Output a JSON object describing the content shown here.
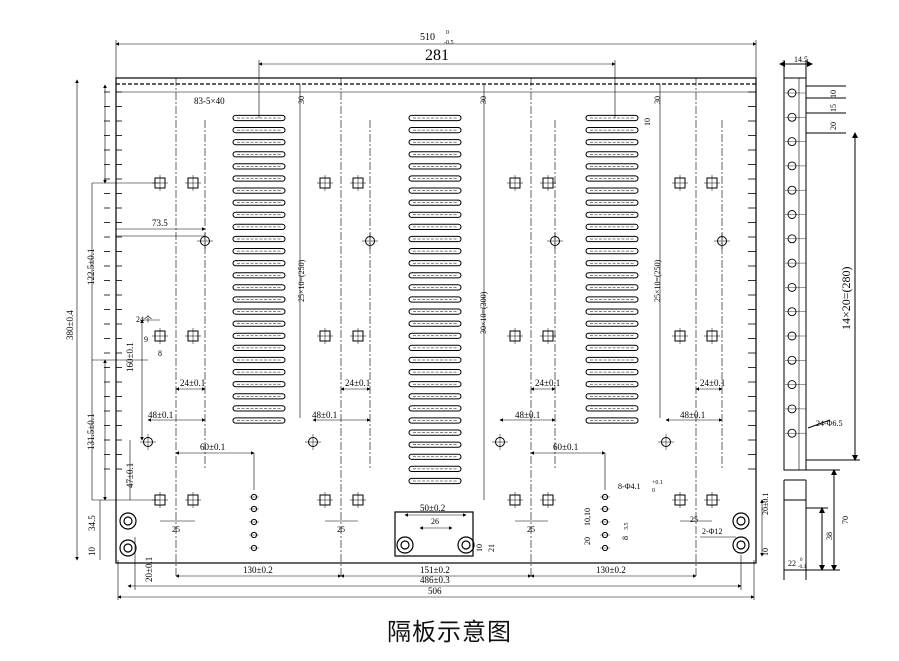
{
  "caption": "隔板示意图",
  "dimensions": {
    "overall_width": "510",
    "overall_width_tol_upper": "0",
    "overall_width_tol_lower": "-0.5",
    "slot_span": "281",
    "slot_label": "83-5×40",
    "height_total": "380±0.4",
    "dim_122": "122.5±0.1",
    "dim_131": "131.5±0.1",
    "dim_160": "160±0.1",
    "dim_47": "47±0.1",
    "dim_34": "34.5",
    "dim_10_left": "10",
    "dim_20_left": "20±0.1",
    "dim_73": "73.5",
    "dim_24n": "24个",
    "dim_9": "9",
    "dim_8": "8",
    "dim_24_a": "24±0.1",
    "dim_48_a": "48±0.1",
    "dim_24_b": "24±0.1",
    "dim_48_b": "48±0.1",
    "dim_24_c": "24±0.1",
    "dim_48_c": "48±0.1",
    "dim_24_d": "24±0.1",
    "dim_48_d": "48±0.1",
    "dim_60_a": "60±0.1",
    "dim_60_b": "60±0.1",
    "dim_30_a": "30",
    "dim_30_b": "30",
    "dim_30_c": "30",
    "dim_10_slot": "10",
    "pitch_left": "25×10=(250)",
    "pitch_mid": "30×10=(300)",
    "pitch_right": "25×10=(250)",
    "dim_25_a": "25",
    "dim_25_b": "25",
    "dim_25_c": "25",
    "dim_25_d": "25",
    "dim_50": "50±0.2",
    "dim_26": "26",
    "dim_10_mid": "10",
    "dim_21": "21",
    "hole_8": "8-Φ4.1",
    "hole_8_tol_upper": "+0.1",
    "hole_8_tol_lower": "0",
    "dim_10_10": "10,10",
    "dim_20_mid": "20",
    "dim_8_35": "8",
    "dim_35": "3.5",
    "hole_2": "2-Φ12",
    "dim_20_right": "20±0.1",
    "dim_10_right": "10",
    "dim_130_a": "130±0.2",
    "dim_151": "151±0.2",
    "dim_130_b": "130±0.2",
    "dim_486": "486±0.3",
    "dim_506": "506",
    "side_14_5": "14.5",
    "side_10": "10",
    "side_15": "15",
    "side_20": "20",
    "side_pitch": "14×20=(280)",
    "side_holes": "24-Φ6.5",
    "side_70": "70",
    "side_38": "38",
    "side_22": "22",
    "side_22_tol_upper": "0",
    "side_22_tol_lower": "-0.3"
  },
  "colors": {
    "line": "#000000",
    "background": "#ffffff"
  }
}
